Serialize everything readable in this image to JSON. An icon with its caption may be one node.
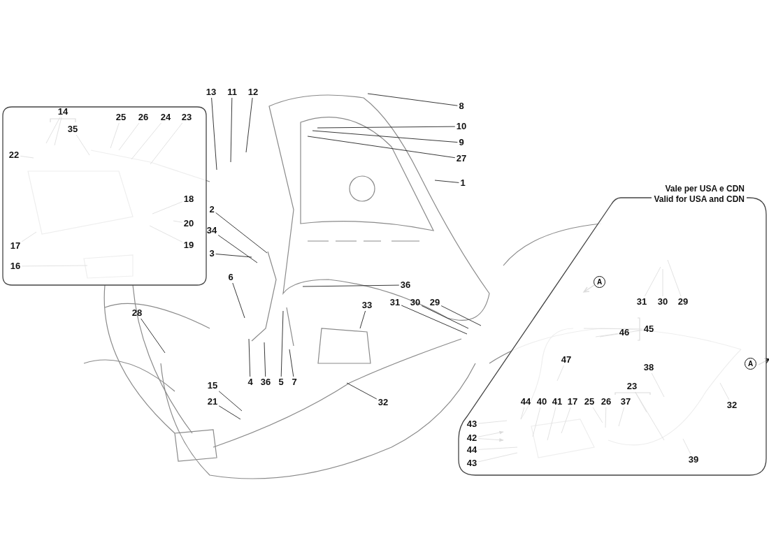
{
  "diagram": {
    "nodes": [
      {
        "text": [],
        "shape": "box"
      },
      {
        "text": [
          "14"
        ],
        "in": 0
      },
      {
        "text": [
          "35"
        ],
        "in": 0
      },
      {
        "text": [
          "25"
        ],
        "in": 0
      },
      {
        "text": [
          "26"
        ],
        "in": 0
      },
      {
        "text": [
          "24"
        ],
        "in": 0
      },
      {
        "text": [
          "23"
        ],
        "in": 0
      },
      {
        "text": [
          "22"
        ],
        "in": 0
      },
      {
        "text": [
          "18"
        ],
        "in": 0
      },
      {
        "text": [
          "20"
        ],
        "in": 0
      },
      {
        "text": [
          "19"
        ],
        "in": 0
      },
      {
        "text": [
          "17"
        ],
        "in": 0
      },
      {
        "text": [
          "16"
        ],
        "in": 0
      },
      {
        "text": [
          "13"
        ]
      },
      {
        "text": [
          "11"
        ]
      },
      {
        "text": [
          "12"
        ]
      },
      {
        "text": [
          "8"
        ]
      },
      {
        "text": [
          "10"
        ]
      },
      {
        "text": [
          "9"
        ]
      },
      {
        "text": [
          "27"
        ]
      },
      {
        "text": [
          "1"
        ]
      },
      {
        "text": [
          "2"
        ]
      },
      {
        "text": [
          "34"
        ]
      },
      {
        "text": [
          "3"
        ]
      },
      {
        "text": [
          "36"
        ]
      },
      {
        "text": [
          "6"
        ]
      },
      {
        "text": [
          "33"
        ]
      },
      {
        "text": [
          "31"
        ]
      },
      {
        "text": [
          "30"
        ]
      },
      {
        "text": [
          "29"
        ]
      },
      {
        "text": [
          "28"
        ]
      },
      {
        "text": [
          "4"
        ]
      },
      {
        "text": [
          "36"
        ]
      },
      {
        "text": [
          "5"
        ]
      },
      {
        "text": [
          "7"
        ]
      },
      {
        "text": [
          "15"
        ]
      },
      {
        "text": [
          "21"
        ]
      },
      {
        "text": [
          "32"
        ]
      },
      {
        "text": [
          "Vale per USA e CDN",
          "Valid for USA and CDN"
        ]
      },
      {
        "text": [
          "31"
        ],
        "in": 38
      },
      {
        "text": [
          "30"
        ],
        "in": 38
      },
      {
        "text": [
          "29"
        ],
        "in": 38
      },
      {
        "text": [
          "45"
        ],
        "in": 38
      },
      {
        "text": [
          "46"
        ],
        "in": 38
      },
      {
        "text": [
          "47"
        ],
        "in": 38
      },
      {
        "text": [
          "38"
        ],
        "in": 38
      },
      {
        "text": [
          "23"
        ],
        "in": 38
      },
      {
        "text": [
          "44"
        ],
        "in": 38
      },
      {
        "text": [
          "40"
        ],
        "in": 38
      },
      {
        "text": [
          "41"
        ],
        "in": 38
      },
      {
        "text": [
          "17"
        ],
        "in": 38
      },
      {
        "text": [
          "25"
        ],
        "in": 38
      },
      {
        "text": [
          "26"
        ],
        "in": 38
      },
      {
        "text": [
          "37"
        ],
        "in": 38
      },
      {
        "text": [
          "32"
        ],
        "in": 38
      },
      {
        "text": [
          "43"
        ],
        "in": 38
      },
      {
        "text": [
          "42"
        ],
        "in": 38
      },
      {
        "text": [
          "44"
        ],
        "in": 38
      },
      {
        "text": [
          "43"
        ],
        "in": 38
      },
      {
        "text": [
          "39"
        ],
        "in": 38
      }
    ],
    "edges": [
      {
        "from": 1,
        "to": null,
        "arrow": "none"
      },
      {
        "from": 1,
        "to": null,
        "arrow": "none"
      },
      {
        "from": 2,
        "to": null,
        "arrow": "none"
      },
      {
        "from": 3,
        "to": null,
        "arrow": "none"
      },
      {
        "from": 4,
        "to": null,
        "arrow": "none"
      },
      {
        "from": 5,
        "to": null,
        "arrow": "none"
      },
      {
        "from": 6,
        "to": null,
        "arrow": "none"
      },
      {
        "from": 7,
        "to": null,
        "arrow": "none"
      },
      {
        "from": 8,
        "to": null,
        "arrow": "none"
      },
      {
        "from": 9,
        "to": null,
        "arrow": "none"
      },
      {
        "from": 10,
        "to": null,
        "arrow": "none"
      },
      {
        "from": 11,
        "to": null,
        "arrow": "none"
      },
      {
        "from": 12,
        "to": null,
        "arrow": "none"
      },
      {
        "from": 13,
        "to": null,
        "arrow": "none"
      },
      {
        "from": 14,
        "to": null,
        "arrow": "none"
      },
      {
        "from": 15,
        "to": null,
        "arrow": "none"
      },
      {
        "from": 16,
        "to": null,
        "arrow": "none"
      },
      {
        "from": 17,
        "to": null,
        "arrow": "none"
      },
      {
        "from": 18,
        "to": null,
        "arrow": "none"
      },
      {
        "from": 19,
        "to": null,
        "arrow": "none"
      },
      {
        "from": 20,
        "to": null,
        "arrow": "none"
      },
      {
        "from": 21,
        "to": null,
        "arrow": "none"
      },
      {
        "from": 22,
        "to": null,
        "arrow": "none"
      },
      {
        "from": 23,
        "to": null,
        "arrow": "none"
      },
      {
        "from": 24,
        "to": null,
        "arrow": "none"
      },
      {
        "from": 25,
        "to": null,
        "arrow": "none"
      },
      {
        "from": 26,
        "to": null,
        "arrow": "none"
      },
      {
        "from": 27,
        "to": null,
        "arrow": "none"
      },
      {
        "from": 28,
        "to": null,
        "arrow": "none"
      },
      {
        "from": 29,
        "to": null,
        "arrow": "none"
      },
      {
        "from": 30,
        "to": null,
        "arrow": "none"
      },
      {
        "from": 31,
        "to": null,
        "arrow": "none"
      },
      {
        "from": 32,
        "to": null,
        "arrow": "none"
      },
      {
        "from": 33,
        "to": null,
        "arrow": "none"
      },
      {
        "from": 34,
        "to": null,
        "arrow": "none"
      },
      {
        "from": 35,
        "to": null,
        "arrow": "none"
      },
      {
        "from": 36,
        "to": null,
        "arrow": "none"
      },
      {
        "from": 37,
        "to": null,
        "arrow": "none"
      },
      {
        "from": 39,
        "to": null,
        "arrow": "none"
      },
      {
        "from": 40,
        "to": null,
        "arrow": "none"
      },
      {
        "from": 41,
        "to": null,
        "arrow": "none"
      },
      {
        "from": 42,
        "to": null,
        "arrow": "none"
      },
      {
        "from": 42,
        "to": null,
        "arrow": "none"
      },
      {
        "from": 43,
        "to": null,
        "arrow": "none"
      },
      {
        "from": 44,
        "to": null,
        "arrow": "none"
      },
      {
        "from": 45,
        "to": null,
        "arrow": "none"
      },
      {
        "from": 46,
        "to": null,
        "arrow": "none"
      },
      {
        "from": 46,
        "to": null,
        "arrow": "none"
      },
      {
        "from": 47,
        "to": null,
        "arrow": "none"
      },
      {
        "from": 48,
        "to": null,
        "arrow": "none"
      },
      {
        "from": 49,
        "to": null,
        "arrow": "none"
      },
      {
        "from": 50,
        "to": null,
        "arrow": "none"
      },
      {
        "from": 51,
        "to": null,
        "arrow": "none"
      },
      {
        "from": 52,
        "to": null,
        "arrow": "none"
      },
      {
        "from": 53,
        "to": null,
        "arrow": "none"
      },
      {
        "from": 54,
        "to": null,
        "arrow": "none"
      },
      {
        "from": 55,
        "to": null,
        "arrow": "none"
      },
      {
        "from": 56,
        "to": null,
        "arrow": "to"
      },
      {
        "from": 56,
        "to": null,
        "arrow": "to"
      },
      {
        "from": 57,
        "to": null,
        "arrow": "none"
      },
      {
        "from": 58,
        "to": null,
        "arrow": "none"
      },
      {
        "from": 59,
        "to": null,
        "arrow": "none"
      }
    ],
    "labels": [
      "A",
      "A"
    ]
  }
}
